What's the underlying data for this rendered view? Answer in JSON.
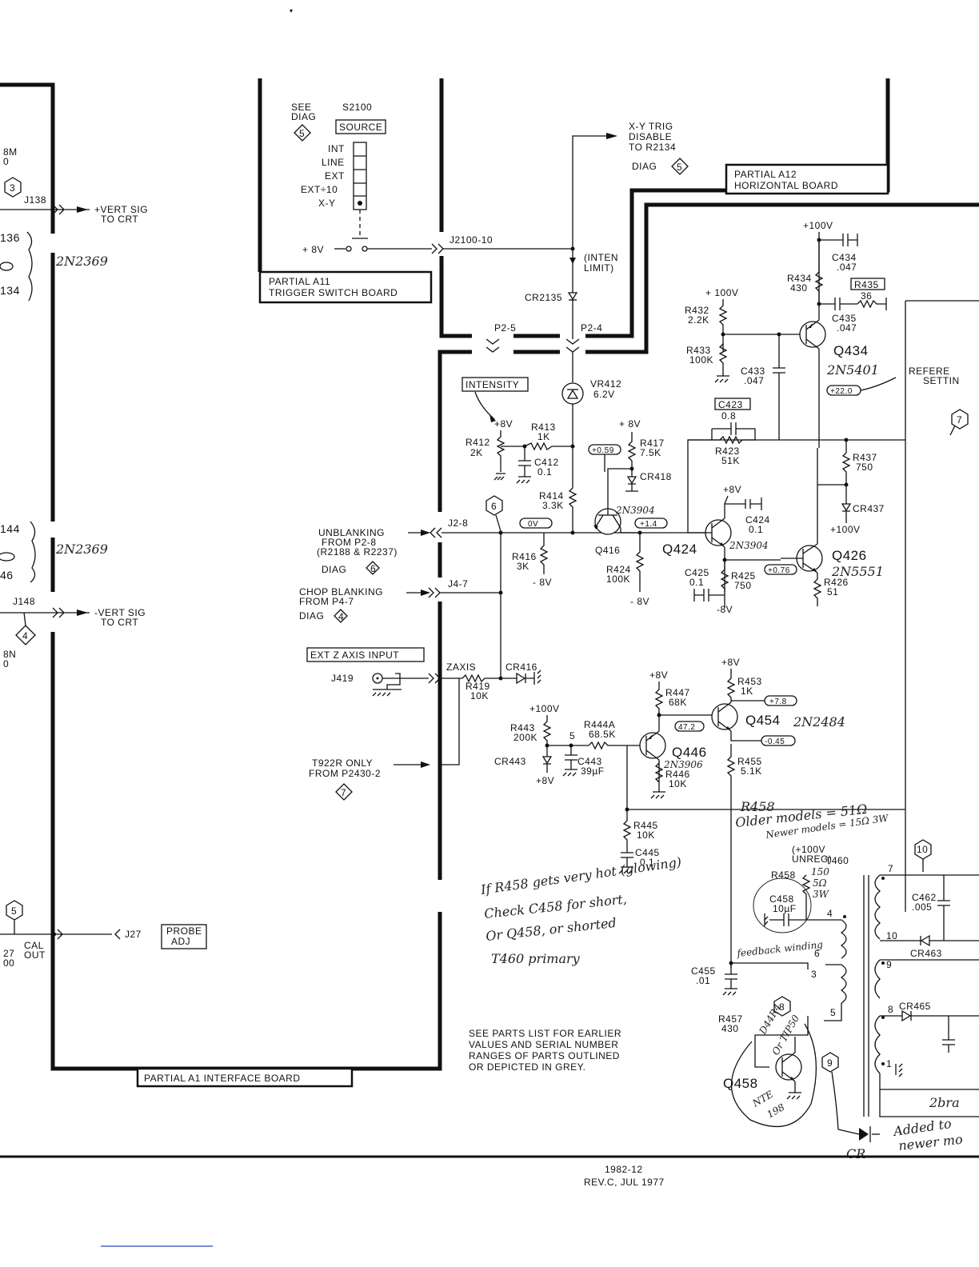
{
  "boards": {
    "trigger_switch": [
      "PARTIAL A11",
      "TRIGGER SWITCH BOARD"
    ],
    "horizontal": [
      "PARTIAL A12",
      "HORIZONTAL BOARD"
    ],
    "interface": "PARTIAL A1 INTERFACE BOARD"
  },
  "switch": {
    "see": "SEE",
    "diag": "DIAG",
    "diag_num": "5",
    "ref": "S2100",
    "source": "SOURCE",
    "positions": [
      "INT",
      "LINE",
      "EXT",
      "EXT÷10",
      "X-Y"
    ],
    "supply": "+ 8V"
  },
  "connectors": {
    "j2100": "J2100-10",
    "p2_5": "P2-5",
    "p2_4": "P2-4",
    "j2_8": "J2-8",
    "j4_7": "J4-7",
    "zaxis": "ZAXIS",
    "j27": "J27",
    "j138": "J138",
    "j148": "J148",
    "j419": "J419"
  },
  "signals": {
    "xy_trig": [
      "X-Y TRIG",
      "DISABLE",
      "TO R2134"
    ],
    "xy_diag": "DIAG",
    "xy_diag_num": "5",
    "inten_limit": [
      "(INTEN",
      "LIMIT)"
    ],
    "vert_sig_pos": [
      "+VERT SIG",
      "TO CRT"
    ],
    "vert_sig_neg": [
      "-VERT SIG",
      "TO CRT"
    ],
    "unblanking": [
      "UNBLANKING",
      "FROM P2-8",
      "(R2188 & R2237)",
      "DIAG"
    ],
    "unblanking_diag": "6",
    "chop": [
      "CHOP BLANKING",
      "FROM P4-7",
      "DIAG"
    ],
    "chop_diag": "4",
    "ext_z": "EXT Z AXIS INPUT",
    "t922r": [
      "T922R ONLY",
      "FROM P2430-2"
    ],
    "t922r_diag": "7",
    "cal_out": [
      "CAL",
      "OUT"
    ],
    "probe_adj": [
      "PROBE",
      "ADJ"
    ],
    "intensity": "INTENSITY",
    "reference": [
      "REFERE",
      "SETTIN"
    ]
  },
  "left_edge": {
    "t1": "8M",
    "t2": "0",
    "t3": "136",
    "t4": "134",
    "t5": "144",
    "t6": "46",
    "t7": "8N",
    "t8": "0",
    "t9": "27",
    "t10": "00",
    "m1": "3",
    "m2": "4",
    "m3": "5"
  },
  "components": {
    "cr2135": "CR2135",
    "vr412": [
      "VR412",
      "6.2V"
    ],
    "r412": [
      "R412",
      "2K"
    ],
    "r413": [
      "R413",
      "1K"
    ],
    "c412": [
      "C412",
      "0.1"
    ],
    "r414": [
      "R414",
      "3.3K"
    ],
    "r416": [
      "R416",
      "3K"
    ],
    "r417": [
      "R417",
      "7.5K"
    ],
    "cr418": "CR418",
    "q416": "Q416",
    "q416_type": "2N3904",
    "r424": [
      "R424",
      "100K"
    ],
    "q424": "Q424",
    "q424_type": "2N3904",
    "c424": [
      "C424",
      "0.1"
    ],
    "c425": [
      "C425",
      "0.1"
    ],
    "r425": [
      "R425",
      "750"
    ],
    "r426": [
      "R426",
      "51"
    ],
    "q426": "Q426",
    "q426_type": "2N5551",
    "cr437": "CR437",
    "r437": [
      "R437",
      "750"
    ],
    "c423": [
      "C423",
      "0.8"
    ],
    "r423": [
      "R423",
      "51K"
    ],
    "r432": [
      "R432",
      "2.2K"
    ],
    "r433": [
      "R433",
      "100K"
    ],
    "c433": [
      "C433",
      ".047"
    ],
    "q434": "Q434",
    "q434_type": "2N5401",
    "r434": [
      "R434",
      "430"
    ],
    "c434": [
      "C434",
      ".047"
    ],
    "r435": [
      "R435",
      "36"
    ],
    "c435": [
      "C435",
      ".047"
    ],
    "cr416": "CR416",
    "r419": [
      "R419",
      "10K"
    ],
    "r443": [
      "R443",
      "200K"
    ],
    "cr443": "CR443",
    "r444a": [
      "R444A",
      "68.5K"
    ],
    "c443": [
      "C443",
      "39µF"
    ],
    "r447": [
      "R447",
      "68K"
    ],
    "q446": "Q446",
    "q446_type": "2N3906",
    "r446": [
      "R446",
      "10K"
    ],
    "r453": [
      "R453",
      "1K"
    ],
    "q454": "Q454",
    "q454_type": "2N2484",
    "r455": [
      "R455",
      "5.1K"
    ],
    "r445": [
      "R445",
      "10K"
    ],
    "c445": [
      "C445",
      "0.1"
    ],
    "c455": [
      "C455",
      ".01"
    ],
    "r457": [
      "R457",
      "430"
    ],
    "q458": "Q458",
    "r458": "R458",
    "c458": [
      "C458",
      "10µF"
    ],
    "t460": "T460",
    "c462": [
      "C462",
      ".005"
    ],
    "cr463": "CR463",
    "cr465": "CR465",
    "node5": "5"
  },
  "supplies": {
    "p8v": "+8V",
    "p8v_sp": "+ 8V",
    "m8v": "-8V",
    "m8v_sp": "- 8V",
    "p100v": "+100V",
    "p100v_sp": "+ 100V",
    "unreg": [
      "(+100V",
      "UNREG)"
    ]
  },
  "voltages": {
    "v059": "+0.59",
    "v0": "0V",
    "v14": "+1.4",
    "v076": "+0.76",
    "v220": "+22.0",
    "v78": "+7.8",
    "v72": "47.2",
    "v045": "-0.45"
  },
  "markers": {
    "m6": "6",
    "m7": "7",
    "m8": "8",
    "m9": "9",
    "m10": "10"
  },
  "transformer_pins": [
    "7",
    "4",
    "10",
    "6",
    "3",
    "9",
    "8",
    "5",
    "1"
  ],
  "handwritten": {
    "hw_2n2369_a": "2N2369",
    "hw_2n2369_b": "2N2369",
    "hw_r458": "R458",
    "hw_older": "Older models = 51Ω",
    "hw_newer": "Newer models = 15Ω 3W",
    "hw_r458_val": [
      "150",
      "5Ω",
      "3W"
    ],
    "hw_note": [
      "If R458 gets very hot (glowing)",
      "Check C458 for short,",
      "Or Q458, or shorted",
      "T460 primary"
    ],
    "hw_feedback": "feedback winding",
    "hw_q458": [
      "D44R4",
      "Or TIP50"
    ],
    "hw_nte": [
      "NTE",
      "198"
    ],
    "hw_added": [
      "Added to",
      "newer mo"
    ],
    "hw_cr": "CR",
    "hw_2bra": "2bra"
  },
  "notes": [
    "SEE PARTS LIST FOR EARLIER",
    "VALUES AND SERIAL NUMBER",
    "RANGES OF PARTS OUTLINED",
    "OR DEPICTED IN GREY."
  ],
  "footer": {
    "code": "1982-12",
    "rev": "REV.C, JUL 1977"
  }
}
